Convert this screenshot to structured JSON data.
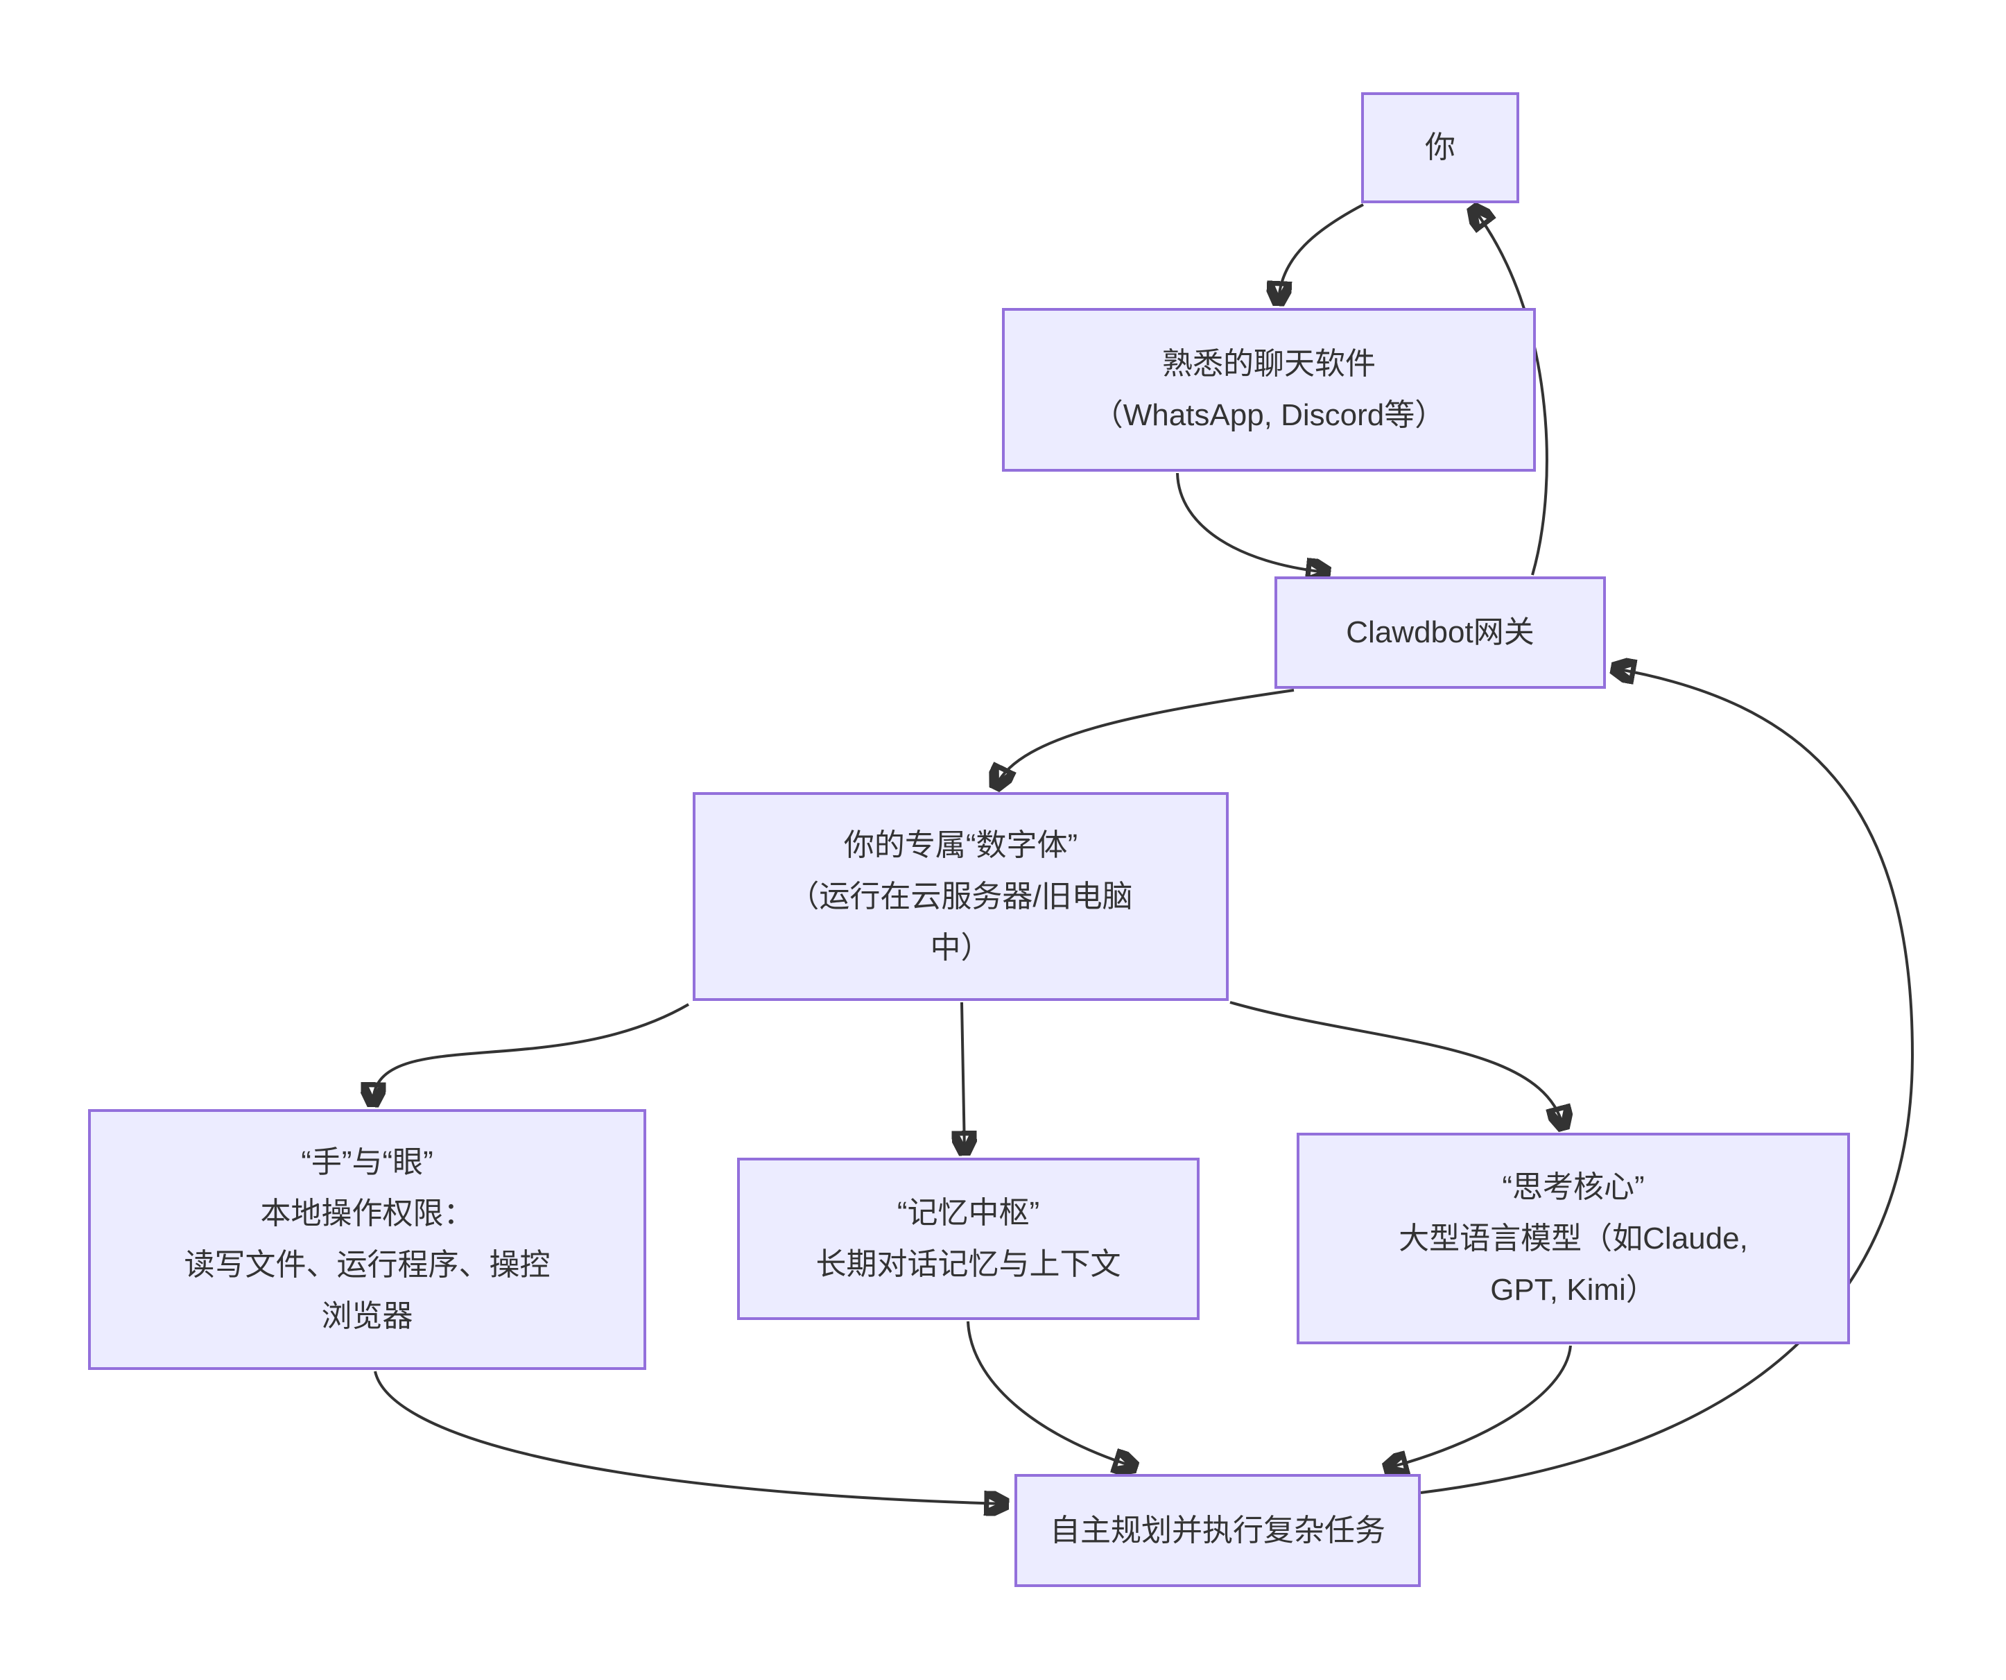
{
  "diagram": {
    "type": "flowchart",
    "background_color": "#ffffff",
    "node_fill_color": "#ECECFF",
    "node_border_color": "#9370DB",
    "edge_color": "#333333",
    "text_color": "#333333",
    "nodes": {
      "you": {
        "lines": [
          "你"
        ]
      },
      "chat": {
        "lines": [
          "熟悉的聊天软件",
          "（WhatsApp, Discord等）"
        ]
      },
      "gateway": {
        "lines": [
          "Clawdbot网关"
        ]
      },
      "body": {
        "lines": [
          "你的专属“数字体”",
          "（运行在云服务器/旧电脑",
          "中）"
        ]
      },
      "hands": {
        "lines": [
          "“手”与“眼”",
          "本地操作权限：",
          "读写文件、运行程序、操控",
          "浏览器"
        ]
      },
      "memory": {
        "lines": [
          "“记忆中枢”",
          "长期对话记忆与上下文"
        ]
      },
      "brain": {
        "lines": [
          "“思考核心”",
          "大型语言模型（如Claude,",
          "GPT, Kimi）"
        ]
      },
      "task": {
        "lines": [
          "自主规划并执行复杂任务"
        ]
      }
    },
    "edges": [
      {
        "from": "you",
        "to": "chat"
      },
      {
        "from": "chat",
        "to": "gateway"
      },
      {
        "from": "gateway",
        "to": "you"
      },
      {
        "from": "gateway",
        "to": "body"
      },
      {
        "from": "body",
        "to": "hands"
      },
      {
        "from": "body",
        "to": "memory"
      },
      {
        "from": "body",
        "to": "brain"
      },
      {
        "from": "hands",
        "to": "task"
      },
      {
        "from": "memory",
        "to": "task"
      },
      {
        "from": "brain",
        "to": "task"
      },
      {
        "from": "task",
        "to": "gateway"
      }
    ]
  }
}
